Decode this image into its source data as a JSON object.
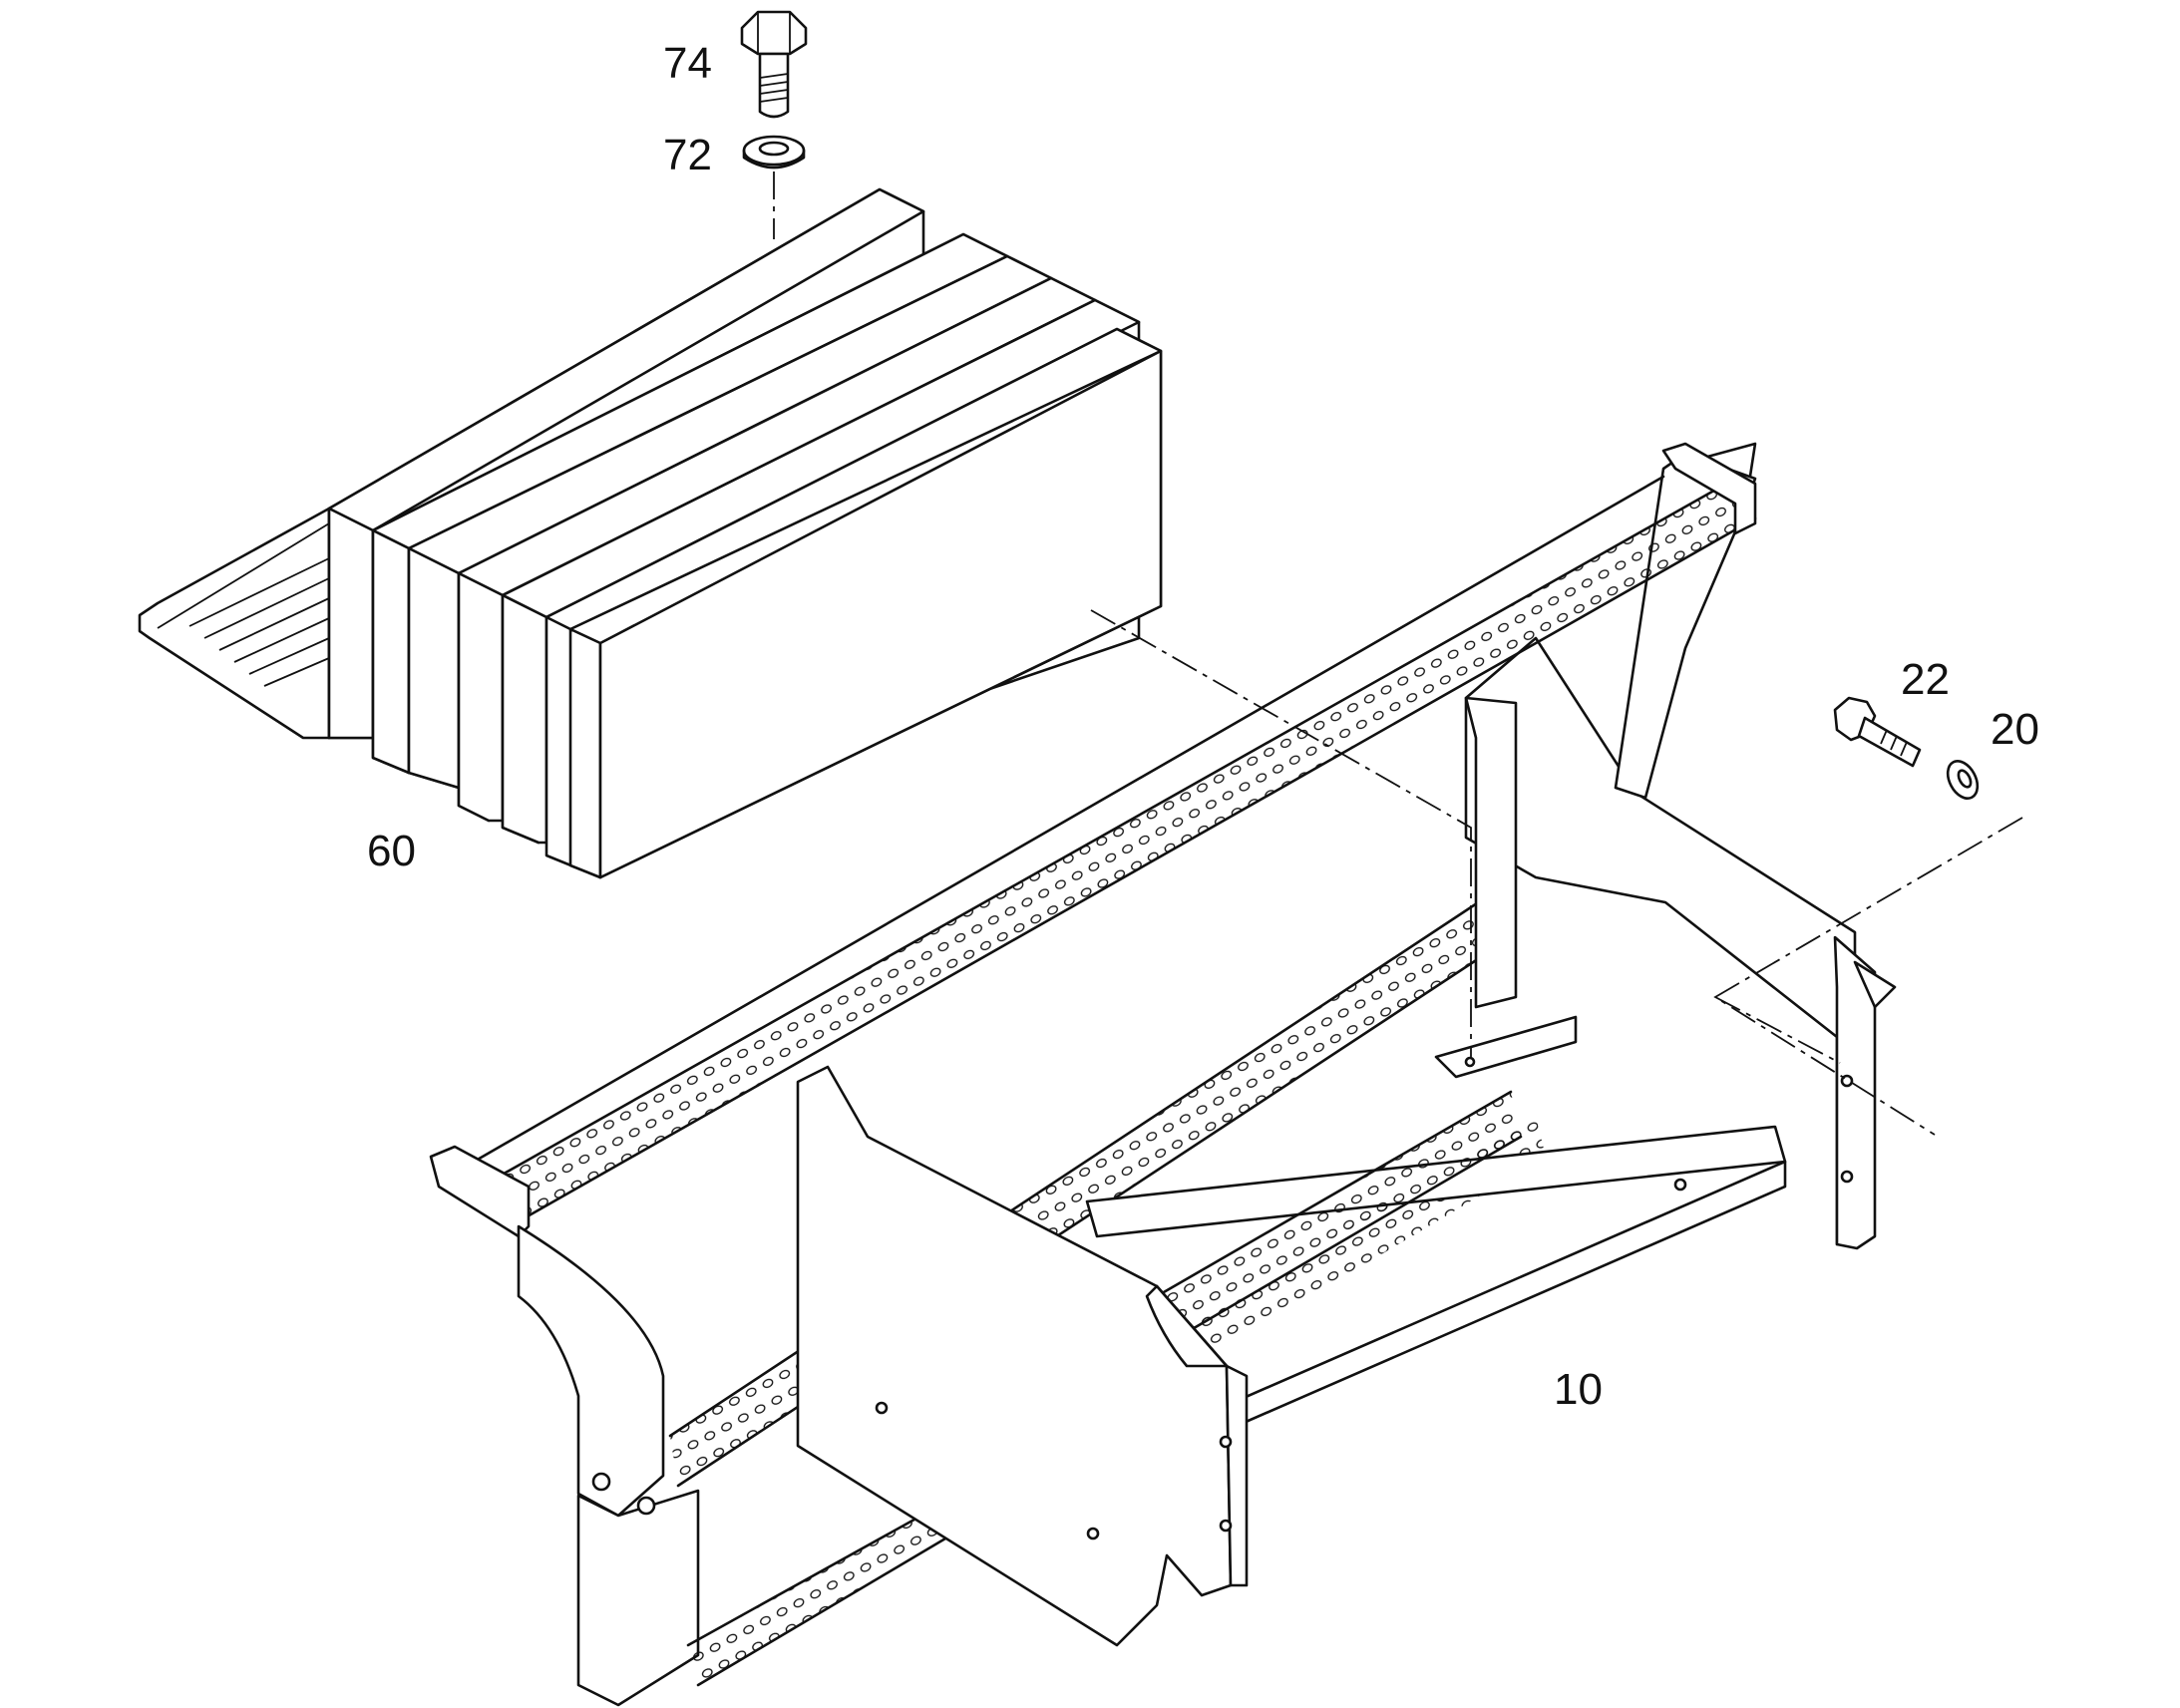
{
  "diagram": {
    "parts": [
      {
        "id": "p74",
        "label": "74",
        "name": "hex-bolt"
      },
      {
        "id": "p72",
        "label": "72",
        "name": "flat-washer"
      },
      {
        "id": "p60",
        "label": "60",
        "name": "step-pad-set"
      },
      {
        "id": "p22",
        "label": "22",
        "name": "hex-bolt"
      },
      {
        "id": "p20",
        "label": "20",
        "name": "washer"
      },
      {
        "id": "p10",
        "label": "10",
        "name": "step-assembly"
      }
    ],
    "colors": {
      "line": "#111111",
      "background": "#ffffff"
    }
  }
}
